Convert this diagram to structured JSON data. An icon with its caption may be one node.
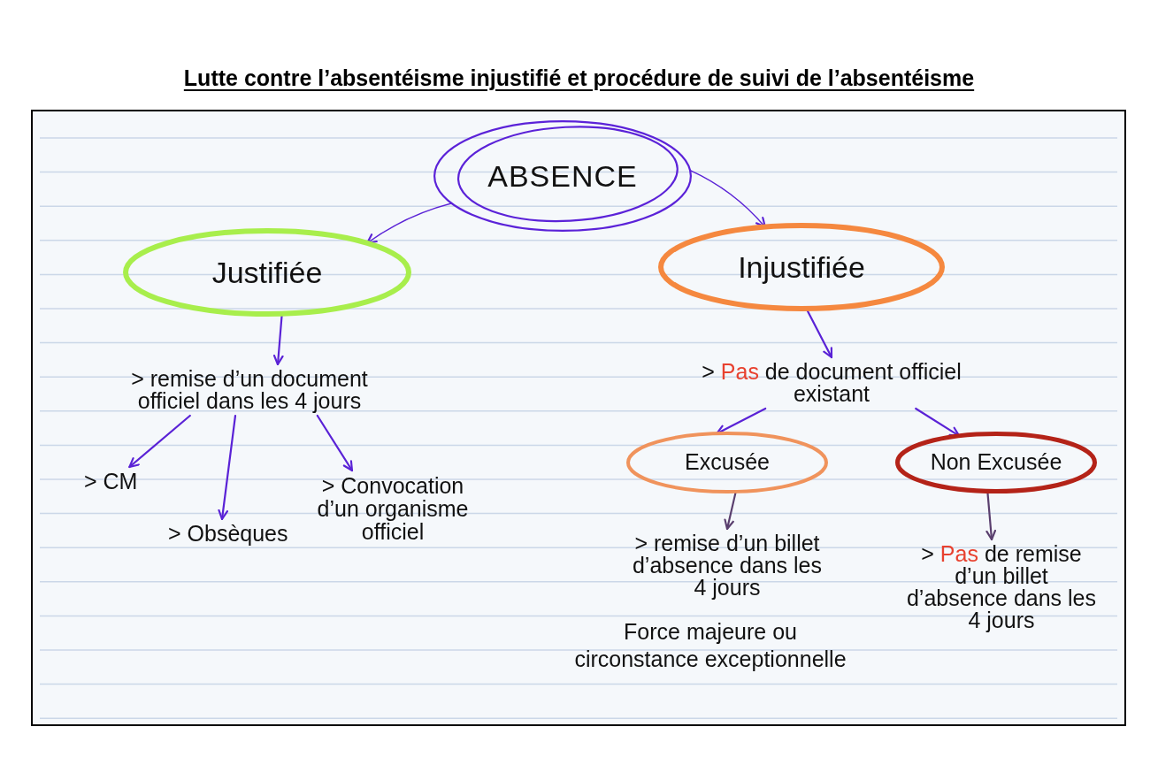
{
  "diagram": {
    "title": "Lutte contre l’absentéisme injustifié et procédure de suivi de l’absentéisme",
    "nodes": [
      {
        "text": [
          "ABSENCE"
        ]
      },
      {
        "text": [
          "Justifiée"
        ]
      },
      {
        "text": [
          "Injustifiée"
        ]
      },
      {
        "text": [
          "> remise d’un document officiel dans les 4 jours"
        ]
      },
      {
        "text": [
          "> CM"
        ]
      },
      {
        "text": [
          "> Obsèques"
        ]
      },
      {
        "text": [
          "> Convocation d’un organisme officiel"
        ]
      },
      {
        "text": [
          "> *Pas* de document officiel existant"
        ]
      },
      {
        "text": [
          "Excusée"
        ]
      },
      {
        "text": [
          "Non Excusée"
        ]
      },
      {
        "text": [
          "> remise d’un billet d’absence dans les 4 jours"
        ]
      },
      {
        "text": [
          "> *Pas* de remise d’un billet d’absence dans les 4 jours"
        ]
      }
    ],
    "edges": [
      {
        "from": 0,
        "to": 1,
        "arrow": "to"
      },
      {
        "from": 0,
        "to": 2,
        "arrow": "to"
      },
      {
        "from": 1,
        "to": 3,
        "arrow": "to"
      },
      {
        "from": 3,
        "to": 4,
        "arrow": "to"
      },
      {
        "from": 3,
        "to": 5,
        "arrow": "to"
      },
      {
        "from": 3,
        "to": 6,
        "arrow": "to"
      },
      {
        "from": 2,
        "to": 7,
        "arrow": "to"
      },
      {
        "from": 7,
        "to": 8,
        "arrow": "to"
      },
      {
        "from": 7,
        "to": 9,
        "arrow": "to"
      },
      {
        "from": 8,
        "to": 10,
        "arrow": "to",
        "color": "#5a3f6e"
      },
      {
        "from": 9,
        "to": 11,
        "arrow": "to",
        "color": "#5a3f6e"
      }
    ],
    "labels": [
      "Force majeure ou circonstance exceptionnelle"
    ]
  }
}
